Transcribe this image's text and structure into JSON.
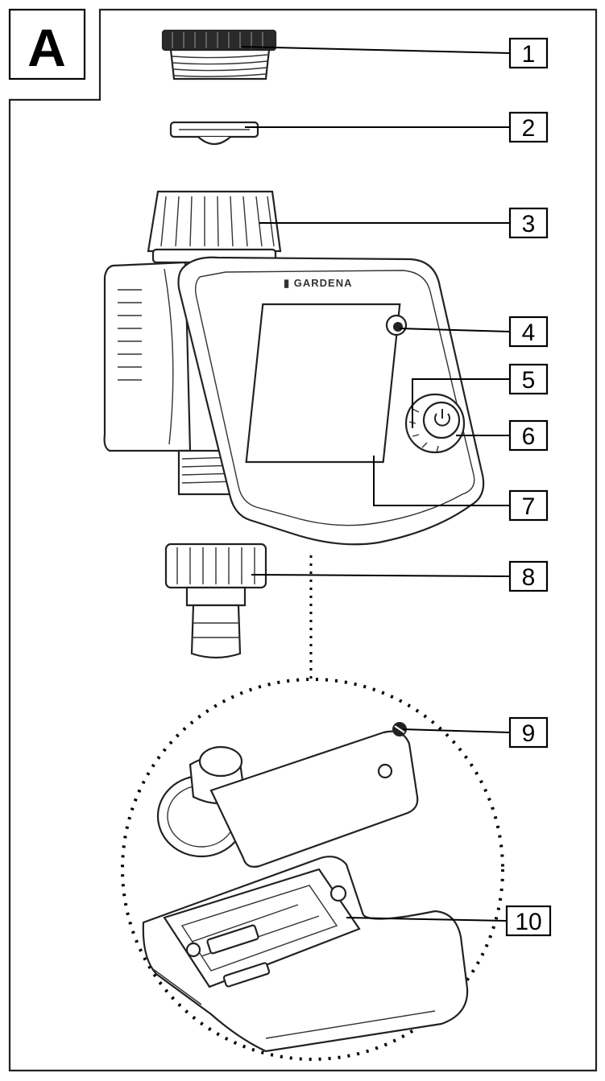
{
  "panel_label": "A",
  "brand_text": "▮ GARDENA",
  "callouts": [
    {
      "number": "1",
      "part": "cap-nut"
    },
    {
      "number": "2",
      "part": "filter-seal"
    },
    {
      "number": "3",
      "part": "threaded-connector"
    },
    {
      "number": "4",
      "part": "sensor-socket"
    },
    {
      "number": "5",
      "part": "control-dial"
    },
    {
      "number": "6",
      "part": "power-button"
    },
    {
      "number": "7",
      "part": "display"
    },
    {
      "number": "8",
      "part": "tap-connector"
    },
    {
      "number": "9",
      "part": "screw"
    },
    {
      "number": "10",
      "part": "battery-compartment"
    }
  ]
}
